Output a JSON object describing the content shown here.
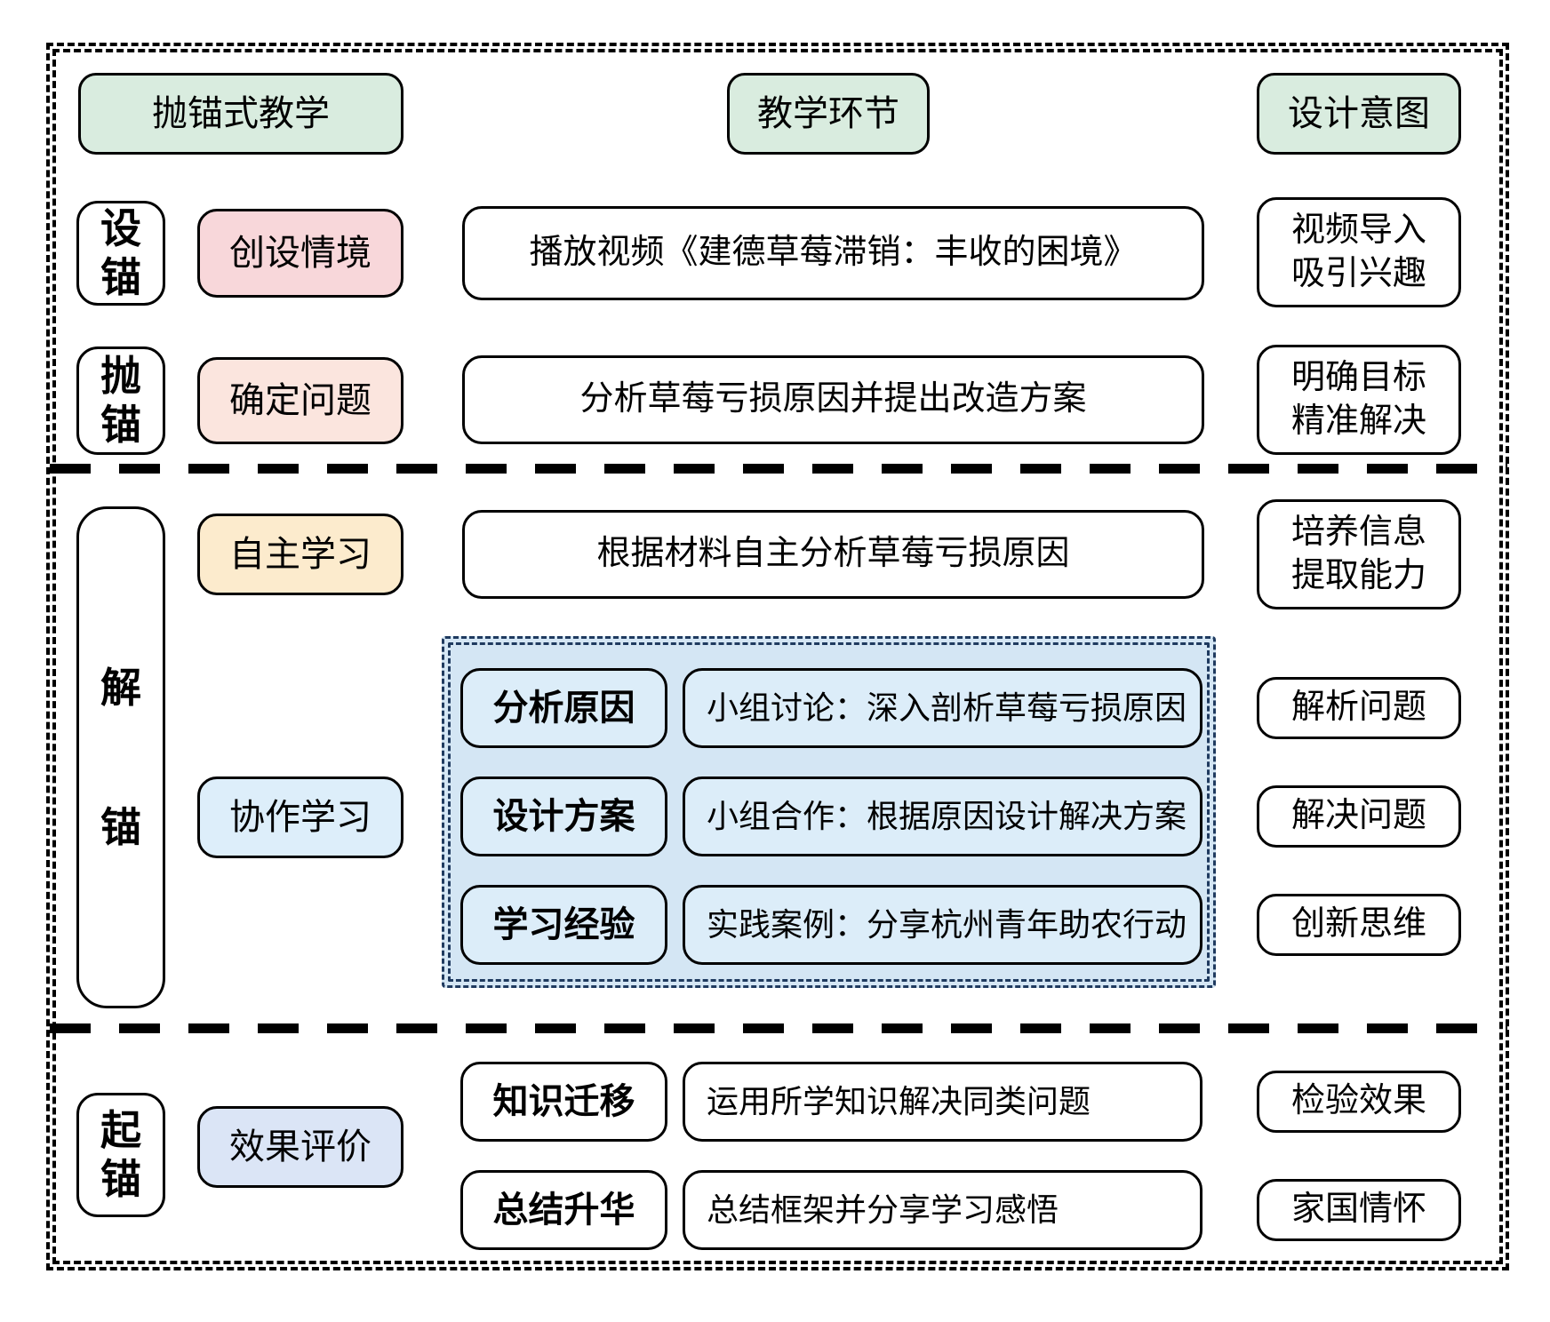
{
  "colors": {
    "header_green": "#D9ECDF",
    "pink": "#F8D7DA",
    "peach": "#FBE5DE",
    "orange": "#FCEBCD",
    "sky_blue": "#DDEEFA",
    "panel_blue": "#D4E6F4",
    "panel_box_blue": "#DCEDF9",
    "panel_border": "#1F3A5F",
    "periwinkle": "#DBE5F6",
    "stroke": "#000000"
  },
  "headers": {
    "left": "抛锚式教学",
    "center": "教学环节",
    "right": "设计意图"
  },
  "row1": {
    "anchor": "设\n锚",
    "method": "创设情境",
    "activity": "播放视频《建德草莓滞销：丰收的困境》",
    "intent": "视频导入\n吸引兴趣"
  },
  "row2": {
    "anchor": "抛\n锚",
    "method": "确定问题",
    "activity": "分析草莓亏损原因并提出改造方案",
    "intent": "明确目标\n精准解决"
  },
  "mid": {
    "anchor": "解\n锚",
    "method_self": "自主学习",
    "activity_self": "根据材料自主分析草莓亏损原因",
    "intent_self": "培养信息\n提取能力",
    "method_collab": "协作学习",
    "panel": [
      {
        "tag": "分析原因",
        "desc": "小组讨论：深入剖析草莓亏损原因",
        "intent": "解析问题"
      },
      {
        "tag": "设计方案",
        "desc": "小组合作：根据原因设计解决方案",
        "intent": "解决问题"
      },
      {
        "tag": "学习经验",
        "desc": "实践案例：分享杭州青年助农行动",
        "intent": "创新思维"
      }
    ]
  },
  "bottom": {
    "anchor": "起\n锚",
    "method": "效果评价",
    "rows": [
      {
        "tag": "知识迁移",
        "desc": "运用所学知识解决同类问题",
        "intent": "检验效果"
      },
      {
        "tag": "总结升华",
        "desc": "总结框架并分享学习感悟",
        "intent": "家国情怀"
      }
    ]
  }
}
